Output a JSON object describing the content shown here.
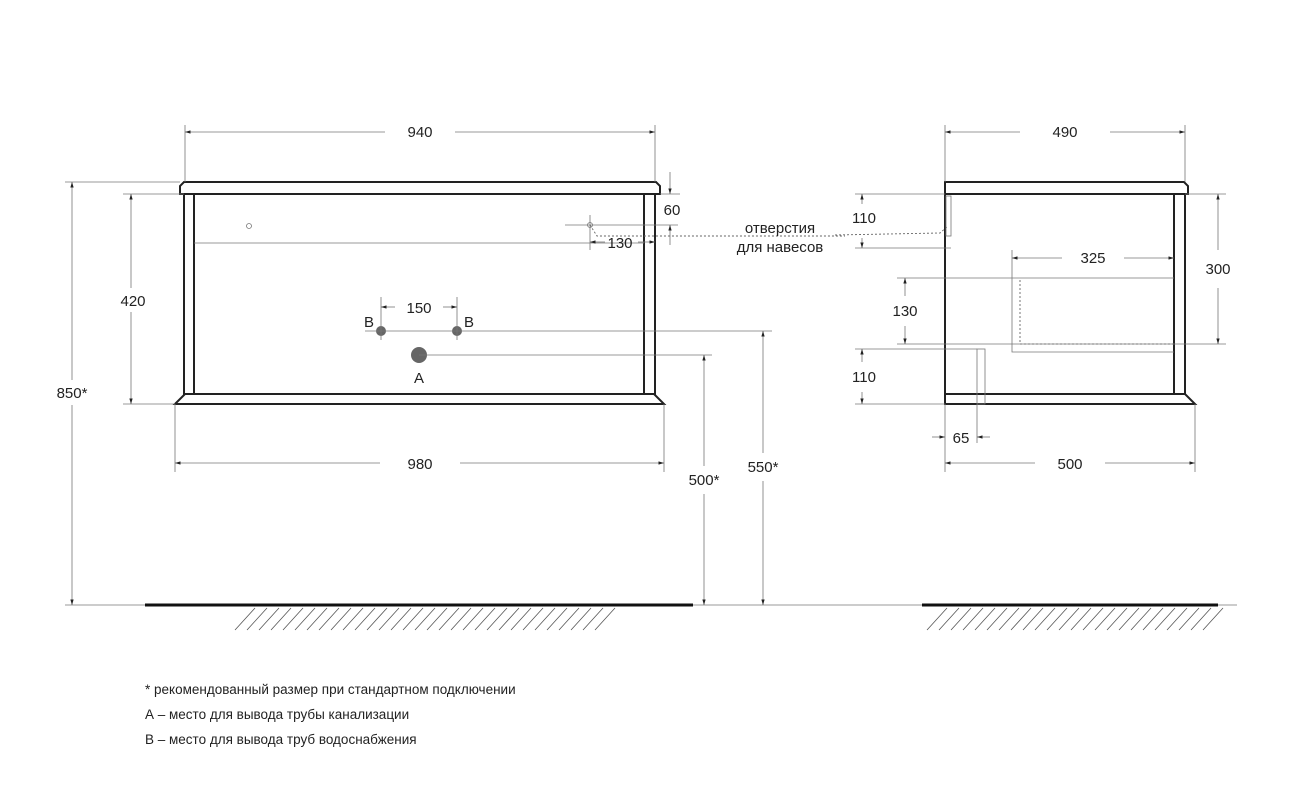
{
  "front_view": {
    "width_top": "940",
    "width_bottom": "980",
    "height_total": "850*",
    "height_body": "420",
    "hanger_offset_top": "60",
    "hanger_offset_side": "130",
    "supply_spacing": "150",
    "supply_label_left": "B",
    "supply_label_right": "B",
    "drain_label": "A",
    "drain_height": "500*",
    "supply_height": "550*"
  },
  "hanger_note": {
    "line1": "отверстия",
    "line2": "для навесов"
  },
  "side_view": {
    "depth_top": "490",
    "depth_bottom": "500",
    "hanger_height": "110",
    "cutout_height": "130",
    "cutout_bottom": "110",
    "cutout_depth": "325",
    "cutout_top": "300",
    "pipe_offset": "65"
  },
  "footnotes": [
    "* рекомендованный размер при стандартном подключении",
    "А – место для вывода трубы канализации",
    "В – место для вывода труб водоснабжения"
  ]
}
